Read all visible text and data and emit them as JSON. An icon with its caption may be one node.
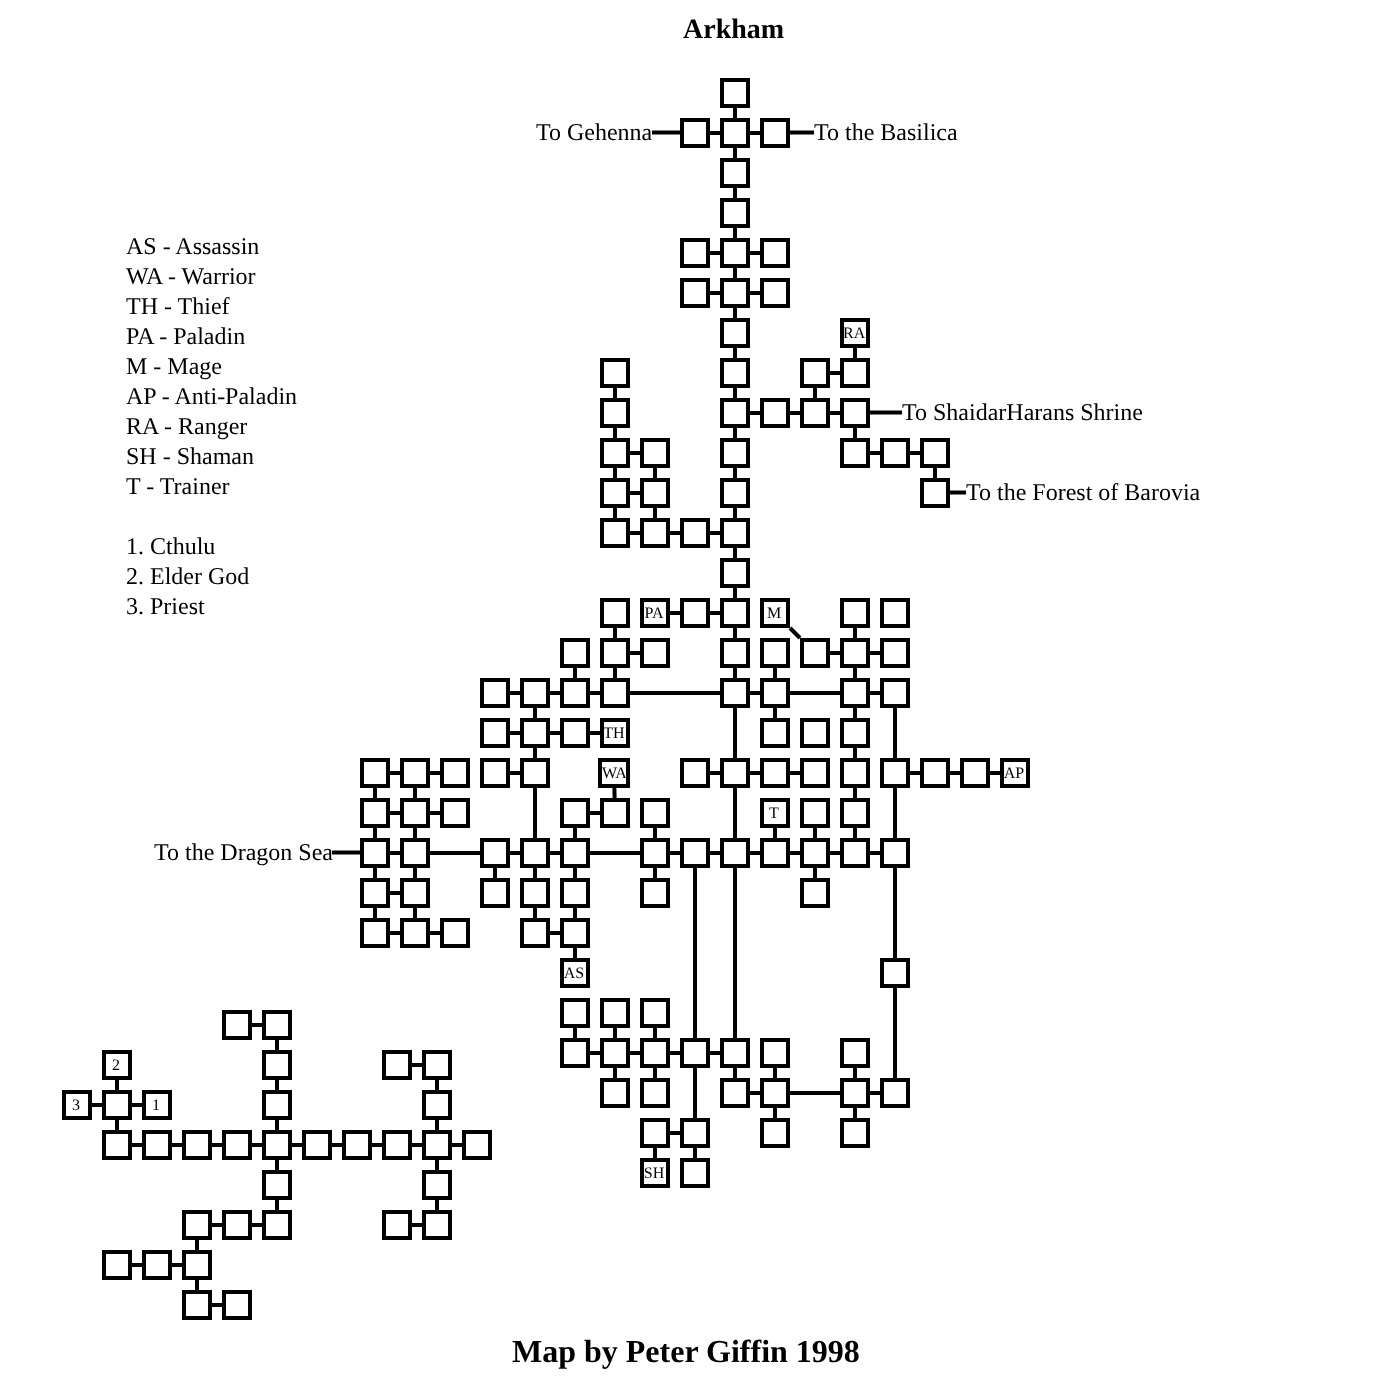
{
  "diagram": {
    "title": "Arkham",
    "caption": "Map by Peter Giffin 1998",
    "nodes": [
      {
        "text": [],
        "shape": "box"
      },
      {
        "text": [
          "To Gehenna"
        ]
      },
      {
        "text": [],
        "shape": "box"
      },
      {
        "text": [],
        "shape": "box"
      },
      {
        "text": [],
        "shape": "box"
      },
      {
        "text": [
          "To the Basilica"
        ]
      },
      {
        "text": [],
        "shape": "box"
      },
      {
        "text": [],
        "shape": "box"
      },
      {
        "text": [],
        "shape": "box"
      },
      {
        "text": [],
        "shape": "box"
      },
      {
        "text": [],
        "shape": "box"
      },
      {
        "text": [],
        "shape": "box"
      },
      {
        "text": [],
        "shape": "box"
      },
      {
        "text": [],
        "shape": "box"
      },
      {
        "text": [],
        "shape": "box"
      },
      {
        "text": [
          "RA"
        ]
      },
      {
        "text": [],
        "shape": "box"
      },
      {
        "text": [],
        "shape": "box"
      },
      {
        "text": [],
        "shape": "box"
      },
      {
        "text": [],
        "shape": "box"
      },
      {
        "text": [],
        "shape": "box"
      },
      {
        "text": [],
        "shape": "box"
      },
      {
        "text": [],
        "shape": "box"
      },
      {
        "text": [],
        "shape": "box"
      },
      {
        "text": [],
        "shape": "box"
      },
      {
        "text": [
          "To ShaidarHarans Shrine"
        ]
      },
      {
        "text": [],
        "shape": "box"
      },
      {
        "text": [],
        "shape": "box"
      },
      {
        "text": [],
        "shape": "box"
      },
      {
        "text": [],
        "shape": "box"
      },
      {
        "text": [],
        "shape": "box"
      },
      {
        "text": [],
        "shape": "box"
      },
      {
        "text": [],
        "shape": "box"
      },
      {
        "text": [],
        "shape": "box"
      },
      {
        "text": [],
        "shape": "box"
      },
      {
        "text": [],
        "shape": "box"
      },
      {
        "text": [
          "To the Forest of Barovia"
        ]
      },
      {
        "text": [],
        "shape": "box"
      },
      {
        "text": [],
        "shape": "box"
      },
      {
        "text": [],
        "shape": "box"
      },
      {
        "text": [],
        "shape": "box"
      },
      {
        "text": [],
        "shape": "box"
      },
      {
        "text": [],
        "shape": "box"
      },
      {
        "text": [
          "PA"
        ]
      },
      {
        "text": [],
        "shape": "box"
      },
      {
        "text": [],
        "shape": "box"
      },
      {
        "text": [
          "M"
        ]
      },
      {
        "text": [],
        "shape": "box"
      },
      {
        "text": [],
        "shape": "box"
      },
      {
        "text": [],
        "shape": "box"
      },
      {
        "text": [],
        "shape": "box"
      },
      {
        "text": [],
        "shape": "box"
      },
      {
        "text": [],
        "shape": "box"
      },
      {
        "text": [],
        "shape": "box"
      },
      {
        "text": [],
        "shape": "box"
      },
      {
        "text": [],
        "shape": "box"
      },
      {
        "text": [],
        "shape": "box"
      },
      {
        "text": [],
        "shape": "box"
      },
      {
        "text": [],
        "shape": "box"
      },
      {
        "text": [],
        "shape": "box"
      },
      {
        "text": [],
        "shape": "box"
      },
      {
        "text": [],
        "shape": "box"
      },
      {
        "text": [],
        "shape": "box"
      },
      {
        "text": [],
        "shape": "box"
      },
      {
        "text": [],
        "shape": "box"
      },
      {
        "text": [],
        "shape": "box"
      },
      {
        "text": [],
        "shape": "box"
      },
      {
        "text": [],
        "shape": "box"
      },
      {
        "text": [
          "TH"
        ]
      },
      {
        "text": [],
        "shape": "box"
      },
      {
        "text": [],
        "shape": "box"
      },
      {
        "text": [],
        "shape": "box"
      },
      {
        "text": [],
        "shape": "box"
      },
      {
        "text": [],
        "shape": "box"
      },
      {
        "text": [],
        "shape": "box"
      },
      {
        "text": [],
        "shape": "box"
      },
      {
        "text": [],
        "shape": "box"
      },
      {
        "text": [
          "WA"
        ]
      },
      {
        "text": [],
        "shape": "box"
      },
      {
        "text": [],
        "shape": "box"
      },
      {
        "text": [],
        "shape": "box"
      },
      {
        "text": [],
        "shape": "box"
      },
      {
        "text": [],
        "shape": "box"
      },
      {
        "text": [],
        "shape": "box"
      },
      {
        "text": [],
        "shape": "box"
      },
      {
        "text": [],
        "shape": "box"
      },
      {
        "text": [
          "AP"
        ]
      },
      {
        "text": [],
        "shape": "box"
      },
      {
        "text": [],
        "shape": "box"
      },
      {
        "text": [],
        "shape": "box"
      },
      {
        "text": [],
        "shape": "box"
      },
      {
        "text": [],
        "shape": "box"
      },
      {
        "text": [],
        "shape": "box"
      },
      {
        "text": [
          "T"
        ]
      },
      {
        "text": [],
        "shape": "box"
      },
      {
        "text": [],
        "shape": "box"
      },
      {
        "text": [
          "To the Dragon Sea"
        ]
      },
      {
        "text": [],
        "shape": "box"
      },
      {
        "text": [],
        "shape": "box"
      },
      {
        "text": [],
        "shape": "box"
      },
      {
        "text": [],
        "shape": "box"
      },
      {
        "text": [],
        "shape": "box"
      },
      {
        "text": [],
        "shape": "box"
      },
      {
        "text": [],
        "shape": "box"
      },
      {
        "text": [],
        "shape": "box"
      },
      {
        "text": [],
        "shape": "box"
      },
      {
        "text": [],
        "shape": "box"
      },
      {
        "text": [],
        "shape": "box"
      },
      {
        "text": [],
        "shape": "box"
      },
      {
        "text": [],
        "shape": "box"
      },
      {
        "text": [],
        "shape": "box"
      },
      {
        "text": [],
        "shape": "box"
      },
      {
        "text": [],
        "shape": "box"
      },
      {
        "text": [],
        "shape": "box"
      },
      {
        "text": [],
        "shape": "box"
      },
      {
        "text": [],
        "shape": "box"
      },
      {
        "text": [],
        "shape": "box"
      },
      {
        "text": [],
        "shape": "box"
      },
      {
        "text": [],
        "shape": "box"
      },
      {
        "text": [],
        "shape": "box"
      },
      {
        "text": [],
        "shape": "box"
      },
      {
        "text": [
          "AS"
        ]
      },
      {
        "text": [],
        "shape": "box"
      },
      {
        "text": [],
        "shape": "box"
      },
      {
        "text": [],
        "shape": "box"
      },
      {
        "text": [],
        "shape": "box"
      },
      {
        "text": [],
        "shape": "box"
      },
      {
        "text": [],
        "shape": "box"
      },
      {
        "text": [],
        "shape": "box"
      },
      {
        "text": [],
        "shape": "box"
      },
      {
        "text": [],
        "shape": "box"
      },
      {
        "text": [],
        "shape": "box"
      },
      {
        "text": [],
        "shape": "box"
      },
      {
        "text": [],
        "shape": "box"
      },
      {
        "text": [],
        "shape": "box"
      },
      {
        "text": [],
        "shape": "box"
      },
      {
        "text": [],
        "shape": "box"
      },
      {
        "text": [],
        "shape": "box"
      },
      {
        "text": [],
        "shape": "box"
      },
      {
        "text": [],
        "shape": "box"
      },
      {
        "text": [],
        "shape": "box"
      },
      {
        "text": [],
        "shape": "box"
      },
      {
        "text": [],
        "shape": "box"
      },
      {
        "text": [
          "SH"
        ]
      },
      {
        "text": [],
        "shape": "box"
      },
      {
        "text": [],
        "shape": "box"
      },
      {
        "text": [],
        "shape": "box"
      },
      {
        "text": [
          "2"
        ]
      },
      {
        "text": [],
        "shape": "box"
      },
      {
        "text": [],
        "shape": "box"
      },
      {
        "text": [],
        "shape": "box"
      },
      {
        "text": [
          "3"
        ]
      },
      {
        "text": [],
        "shape": "box"
      },
      {
        "text": [
          "1"
        ]
      },
      {
        "text": [],
        "shape": "box"
      },
      {
        "text": [],
        "shape": "box"
      },
      {
        "text": [],
        "shape": "box"
      },
      {
        "text": [],
        "shape": "box"
      },
      {
        "text": [],
        "shape": "box"
      },
      {
        "text": [],
        "shape": "box"
      },
      {
        "text": [],
        "shape": "box"
      },
      {
        "text": [],
        "shape": "box"
      },
      {
        "text": [],
        "shape": "box"
      },
      {
        "text": [],
        "shape": "box"
      },
      {
        "text": [],
        "shape": "box"
      },
      {
        "text": [],
        "shape": "box"
      },
      {
        "text": [],
        "shape": "box"
      },
      {
        "text": [],
        "shape": "box"
      },
      {
        "text": [],
        "shape": "box"
      },
      {
        "text": [],
        "shape": "box"
      },
      {
        "text": [],
        "shape": "box"
      },
      {
        "text": [],
        "shape": "box"
      },
      {
        "text": [],
        "shape": "box"
      },
      {
        "text": [],
        "shape": "box"
      },
      {
        "text": [],
        "shape": "box"
      },
      {
        "text": [],
        "shape": "box"
      },
      {
        "text": [],
        "shape": "box"
      },
      {
        "text": [],
        "shape": "box"
      }
    ],
    "edges": [
      {
        "from": 0,
        "to": 3,
        "arrow": "none"
      },
      {
        "from": 1,
        "to": 2,
        "arrow": "none"
      },
      {
        "from": 2,
        "to": 3,
        "arrow": "none"
      },
      {
        "from": 3,
        "to": 4,
        "arrow": "none"
      },
      {
        "from": 4,
        "to": 5,
        "arrow": "none"
      },
      {
        "from": 3,
        "to": 6,
        "arrow": "none"
      },
      {
        "from": 6,
        "to": 7,
        "arrow": "none"
      },
      {
        "from": 7,
        "to": 9,
        "arrow": "none"
      },
      {
        "from": 8,
        "to": 9,
        "arrow": "none"
      },
      {
        "from": 9,
        "to": 10,
        "arrow": "none"
      },
      {
        "from": 9,
        "to": 12,
        "arrow": "none"
      },
      {
        "from": 11,
        "to": 12,
        "arrow": "none"
      },
      {
        "from": 12,
        "to": 13,
        "arrow": "none"
      },
      {
        "from": 12,
        "to": 14,
        "arrow": "none"
      },
      {
        "from": 14,
        "to": 17,
        "arrow": "none"
      },
      {
        "from": 15,
        "to": 19,
        "arrow": "none"
      },
      {
        "from": 16,
        "to": 20,
        "arrow": "none"
      },
      {
        "from": 17,
        "to": 21,
        "arrow": "none"
      },
      {
        "from": 18,
        "to": 19,
        "arrow": "none"
      },
      {
        "from": 18,
        "to": 23,
        "arrow": "none"
      },
      {
        "from": 21,
        "to": 22,
        "arrow": "none"
      },
      {
        "from": 22,
        "to": 23,
        "arrow": "none"
      },
      {
        "from": 23,
        "to": 24,
        "arrow": "none"
      },
      {
        "from": 24,
        "to": 25,
        "arrow": "none"
      },
      {
        "from": 21,
        "to": 28,
        "arrow": "none"
      },
      {
        "from": 24,
        "to": 29,
        "arrow": "none"
      },
      {
        "from": 20,
        "to": 26,
        "arrow": "none"
      },
      {
        "from": 26,
        "to": 27,
        "arrow": "none"
      },
      {
        "from": 29,
        "to": 30,
        "arrow": "none"
      },
      {
        "from": 30,
        "to": 31,
        "arrow": "none"
      },
      {
        "from": 26,
        "to": 32,
        "arrow": "none"
      },
      {
        "from": 27,
        "to": 33,
        "arrow": "none"
      },
      {
        "from": 28,
        "to": 34,
        "arrow": "none"
      },
      {
        "from": 31,
        "to": 35,
        "arrow": "none"
      },
      {
        "from": 35,
        "to": 36,
        "arrow": "none"
      },
      {
        "from": 32,
        "to": 33,
        "arrow": "none"
      },
      {
        "from": 32,
        "to": 37,
        "arrow": "none"
      },
      {
        "from": 33,
        "to": 38,
        "arrow": "none"
      },
      {
        "from": 34,
        "to": 40,
        "arrow": "none"
      },
      {
        "from": 37,
        "to": 38,
        "arrow": "none"
      },
      {
        "from": 38,
        "to": 39,
        "arrow": "none"
      },
      {
        "from": 39,
        "to": 40,
        "arrow": "none"
      },
      {
        "from": 40,
        "to": 41,
        "arrow": "none"
      },
      {
        "from": 41,
        "to": 45,
        "arrow": "none"
      },
      {
        "from": 43,
        "to": 44,
        "arrow": "none"
      },
      {
        "from": 44,
        "to": 45,
        "arrow": "none"
      },
      {
        "from": 46,
        "to": 54,
        "arrow": "none"
      },
      {
        "from": 42,
        "to": 50,
        "arrow": "none"
      },
      {
        "from": 45,
        "to": 52,
        "arrow": "none"
      },
      {
        "from": 47,
        "to": 55,
        "arrow": "none"
      },
      {
        "from": 50,
        "to": 51,
        "arrow": "none"
      },
      {
        "from": 54,
        "to": 55,
        "arrow": "none"
      },
      {
        "from": 55,
        "to": 56,
        "arrow": "none"
      },
      {
        "from": 49,
        "to": 59,
        "arrow": "none"
      },
      {
        "from": 50,
        "to": 60,
        "arrow": "none"
      },
      {
        "from": 53,
        "to": 62,
        "arrow": "none"
      },
      {
        "from": 55,
        "to": 63,
        "arrow": "none"
      },
      {
        "from": 52,
        "to": 61,
        "arrow": "none"
      },
      {
        "from": 57,
        "to": 58,
        "arrow": "none"
      },
      {
        "from": 58,
        "to": 59,
        "arrow": "none"
      },
      {
        "from": 59,
        "to": 60,
        "arrow": "none"
      },
      {
        "from": 60,
        "to": 61,
        "arrow": "none"
      },
      {
        "from": 61,
        "to": 62,
        "arrow": "none"
      },
      {
        "from": 62,
        "to": 63,
        "arrow": "none"
      },
      {
        "from": 63,
        "to": 64,
        "arrow": "none"
      },
      {
        "from": 62,
        "to": 69,
        "arrow": "none"
      },
      {
        "from": 63,
        "to": 71,
        "arrow": "none"
      },
      {
        "from": 61,
        "to": 79,
        "arrow": "none"
      },
      {
        "from": 64,
        "to": 83,
        "arrow": "none"
      },
      {
        "from": 58,
        "to": 66,
        "arrow": "none"
      },
      {
        "from": 65,
        "to": 66,
        "arrow": "none"
      },
      {
        "from": 66,
        "to": 67,
        "arrow": "none"
      },
      {
        "from": 67,
        "to": 68,
        "arrow": "none"
      },
      {
        "from": 66,
        "to": 76,
        "arrow": "none"
      },
      {
        "from": 71,
        "to": 82,
        "arrow": "none"
      },
      {
        "from": 72,
        "to": 73,
        "arrow": "none"
      },
      {
        "from": 73,
        "to": 74,
        "arrow": "none"
      },
      {
        "from": 75,
        "to": 76,
        "arrow": "none"
      },
      {
        "from": 78,
        "to": 79,
        "arrow": "none"
      },
      {
        "from": 79,
        "to": 80,
        "arrow": "none"
      },
      {
        "from": 80,
        "to": 81,
        "arrow": "none"
      },
      {
        "from": 83,
        "to": 84,
        "arrow": "none"
      },
      {
        "from": 84,
        "to": 85,
        "arrow": "none"
      },
      {
        "from": 85,
        "to": 86,
        "arrow": "none"
      },
      {
        "from": 72,
        "to": 87,
        "arrow": "none"
      },
      {
        "from": 73,
        "to": 88,
        "arrow": "none"
      },
      {
        "from": 77,
        "to": 91,
        "arrow": "none"
      },
      {
        "from": 82,
        "to": 95,
        "arrow": "none"
      },
      {
        "from": 76,
        "to": 100,
        "arrow": "none"
      },
      {
        "from": 79,
        "to": 104,
        "arrow": "none"
      },
      {
        "from": 83,
        "to": 108,
        "arrow": "none"
      },
      {
        "from": 87,
        "to": 88,
        "arrow": "none"
      },
      {
        "from": 88,
        "to": 89,
        "arrow": "none"
      },
      {
        "from": 90,
        "to": 91,
        "arrow": "none"
      },
      {
        "from": 87,
        "to": 97,
        "arrow": "none"
      },
      {
        "from": 88,
        "to": 98,
        "arrow": "none"
      },
      {
        "from": 90,
        "to": 101,
        "arrow": "none"
      },
      {
        "from": 92,
        "to": 102,
        "arrow": "none"
      },
      {
        "from": 93,
        "to": 105,
        "arrow": "none"
      },
      {
        "from": 94,
        "to": 106,
        "arrow": "none"
      },
      {
        "from": 95,
        "to": 107,
        "arrow": "none"
      },
      {
        "from": 96,
        "to": 97,
        "arrow": "none"
      },
      {
        "from": 97,
        "to": 98,
        "arrow": "none"
      },
      {
        "from": 98,
        "to": 99,
        "arrow": "none"
      },
      {
        "from": 99,
        "to": 100,
        "arrow": "none"
      },
      {
        "from": 100,
        "to": 101,
        "arrow": "none"
      },
      {
        "from": 101,
        "to": 102,
        "arrow": "none"
      },
      {
        "from": 102,
        "to": 103,
        "arrow": "none"
      },
      {
        "from": 103,
        "to": 104,
        "arrow": "none"
      },
      {
        "from": 104,
        "to": 105,
        "arrow": "none"
      },
      {
        "from": 105,
        "to": 106,
        "arrow": "none"
      },
      {
        "from": 106,
        "to": 107,
        "arrow": "none"
      },
      {
        "from": 107,
        "to": 108,
        "arrow": "none"
      },
      {
        "from": 97,
        "to": 109,
        "arrow": "none"
      },
      {
        "from": 98,
        "to": 110,
        "arrow": "none"
      },
      {
        "from": 99,
        "to": 111,
        "arrow": "none"
      },
      {
        "from": 100,
        "to": 112,
        "arrow": "none"
      },
      {
        "from": 101,
        "to": 113,
        "arrow": "none"
      },
      {
        "from": 102,
        "to": 114,
        "arrow": "none"
      },
      {
        "from": 106,
        "to": 115,
        "arrow": "none"
      },
      {
        "from": 103,
        "to": 129,
        "arrow": "none"
      },
      {
        "from": 104,
        "to": 130,
        "arrow": "none"
      },
      {
        "from": 108,
        "to": 122,
        "arrow": "none"
      },
      {
        "from": 109,
        "to": 110,
        "arrow": "none"
      },
      {
        "from": 109,
        "to": 116,
        "arrow": "none"
      },
      {
        "from": 110,
        "to": 117,
        "arrow": "none"
      },
      {
        "from": 112,
        "to": 119,
        "arrow": "none"
      },
      {
        "from": 113,
        "to": 120,
        "arrow": "none"
      },
      {
        "from": 116,
        "to": 117,
        "arrow": "none"
      },
      {
        "from": 117,
        "to": 118,
        "arrow": "none"
      },
      {
        "from": 119,
        "to": 120,
        "arrow": "none"
      },
      {
        "from": 120,
        "to": 121,
        "arrow": "none"
      },
      {
        "from": 122,
        "to": 138,
        "arrow": "none"
      },
      {
        "from": 123,
        "to": 126,
        "arrow": "none"
      },
      {
        "from": 124,
        "to": 127,
        "arrow": "none"
      },
      {
        "from": 125,
        "to": 128,
        "arrow": "none"
      },
      {
        "from": 126,
        "to": 127,
        "arrow": "none"
      },
      {
        "from": 127,
        "to": 128,
        "arrow": "none"
      },
      {
        "from": 128,
        "to": 129,
        "arrow": "none"
      },
      {
        "from": 129,
        "to": 130,
        "arrow": "none"
      },
      {
        "from": 127,
        "to": 133,
        "arrow": "none"
      },
      {
        "from": 128,
        "to": 134,
        "arrow": "none"
      },
      {
        "from": 130,
        "to": 135,
        "arrow": "none"
      },
      {
        "from": 131,
        "to": 136,
        "arrow": "none"
      },
      {
        "from": 132,
        "to": 137,
        "arrow": "none"
      },
      {
        "from": 129,
        "to": 140,
        "arrow": "none"
      },
      {
        "from": 135,
        "to": 136,
        "arrow": "none"
      },
      {
        "from": 136,
        "to": 137,
        "arrow": "none"
      },
      {
        "from": 137,
        "to": 138,
        "arrow": "none"
      },
      {
        "from": 136,
        "to": 141,
        "arrow": "none"
      },
      {
        "from": 137,
        "to": 142,
        "arrow": "none"
      },
      {
        "from": 139,
        "to": 140,
        "arrow": "none"
      },
      {
        "from": 139,
        "to": 143,
        "arrow": "none"
      },
      {
        "from": 140,
        "to": 144,
        "arrow": "none"
      },
      {
        "from": 145,
        "to": 146,
        "arrow": "none"
      },
      {
        "from": 146,
        "to": 148,
        "arrow": "none"
      },
      {
        "from": 148,
        "to": 154,
        "arrow": "none"
      },
      {
        "from": 154,
        "to": 160,
        "arrow": "none"
      },
      {
        "from": 149,
        "to": 150,
        "arrow": "none"
      },
      {
        "from": 150,
        "to": 155,
        "arrow": "none"
      },
      {
        "from": 155,
        "to": 164,
        "arrow": "none"
      },
      {
        "from": 147,
        "to": 152,
        "arrow": "none"
      },
      {
        "from": 151,
        "to": 152,
        "arrow": "none"
      },
      {
        "from": 152,
        "to": 153,
        "arrow": "none"
      },
      {
        "from": 152,
        "to": 156,
        "arrow": "none"
      },
      {
        "from": 156,
        "to": 157,
        "arrow": "none"
      },
      {
        "from": 157,
        "to": 158,
        "arrow": "none"
      },
      {
        "from": 158,
        "to": 159,
        "arrow": "none"
      },
      {
        "from": 159,
        "to": 160,
        "arrow": "none"
      },
      {
        "from": 160,
        "to": 161,
        "arrow": "none"
      },
      {
        "from": 161,
        "to": 162,
        "arrow": "none"
      },
      {
        "from": 162,
        "to": 163,
        "arrow": "none"
      },
      {
        "from": 163,
        "to": 164,
        "arrow": "none"
      },
      {
        "from": 164,
        "to": 165,
        "arrow": "none"
      },
      {
        "from": 160,
        "to": 166,
        "arrow": "none"
      },
      {
        "from": 164,
        "to": 167,
        "arrow": "none"
      },
      {
        "from": 166,
        "to": 170,
        "arrow": "none"
      },
      {
        "from": 167,
        "to": 172,
        "arrow": "none"
      },
      {
        "from": 168,
        "to": 169,
        "arrow": "none"
      },
      {
        "from": 169,
        "to": 170,
        "arrow": "none"
      },
      {
        "from": 171,
        "to": 172,
        "arrow": "none"
      },
      {
        "from": 168,
        "to": 175,
        "arrow": "none"
      },
      {
        "from": 173,
        "to": 174,
        "arrow": "none"
      },
      {
        "from": 174,
        "to": 175,
        "arrow": "none"
      },
      {
        "from": 175,
        "to": 176,
        "arrow": "none"
      },
      {
        "from": 176,
        "to": 177,
        "arrow": "none"
      }
    ],
    "labels": [
      "AS - Assassin",
      "WA - Warrior",
      "TH - Thief",
      "PA - Paladin",
      "M - Mage",
      "AP - Anti-Paladin",
      "RA - Ranger",
      "SH - Shaman",
      "T - Trainer",
      "1. Cthulu",
      "2. Elder God",
      "3. Priest"
    ]
  }
}
